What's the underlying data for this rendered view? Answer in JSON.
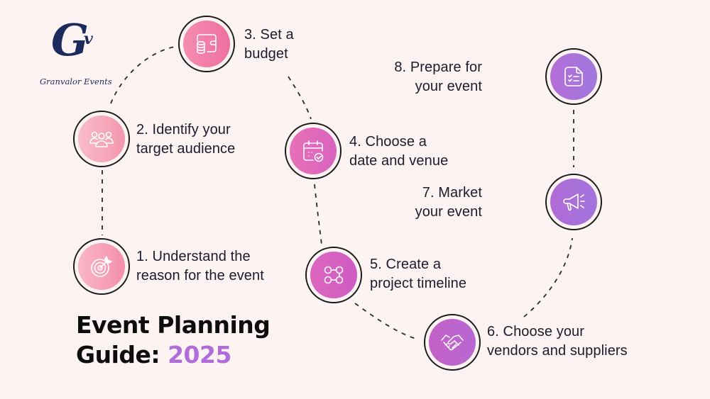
{
  "logo": {
    "mark": "G",
    "mark_small": "v",
    "name": "Granvalor Events",
    "color": "#1d2a5c"
  },
  "title": {
    "line1": "Event Planning",
    "line2_prefix": "Guide: ",
    "year": "2025",
    "year_color": "#b06cd8"
  },
  "background_color": "#fdf3f3",
  "steps": [
    {
      "number": 1,
      "line1": "1. Understand the",
      "line2": "reason for the event",
      "icon": "target-icon",
      "color_from": "#f9b8c6",
      "color_to": "#f48ead"
    },
    {
      "number": 2,
      "line1": "2. Identify your",
      "line2": "target audience",
      "icon": "users-group-icon",
      "color_from": "#f9bccb",
      "color_to": "#f497ae"
    },
    {
      "number": 3,
      "line1": "3. Set a",
      "line2": "budget",
      "icon": "wallet-coins-icon",
      "color_from": "#f58cb0",
      "color_to": "#ee6fa0"
    },
    {
      "number": 4,
      "line1": "4. Choose a",
      "line2": "date and venue",
      "icon": "calendar-check-icon",
      "color_from": "#e870b8",
      "color_to": "#d963be"
    },
    {
      "number": 5,
      "line1": "5. Create a",
      "line2": "project timeline",
      "icon": "timeline-nodes-icon",
      "color_from": "#dc66be",
      "color_to": "#cf5cc4"
    },
    {
      "number": 6,
      "line1": "6. Choose your",
      "line2": "vendors and suppliers",
      "icon": "handshake-icon",
      "color_from": "#c462c8",
      "color_to": "#b867d2"
    },
    {
      "number": 7,
      "line1": "7. Market",
      "line2": "your event",
      "icon": "megaphone-icon",
      "color_from": "#b06bd6",
      "color_to": "#a274dc"
    },
    {
      "number": 8,
      "line1": "8. Prepare for",
      "line2": "your event",
      "icon": "checklist-document-icon",
      "color_from": "#b56ed8",
      "color_to": "#9f78dc"
    }
  ]
}
